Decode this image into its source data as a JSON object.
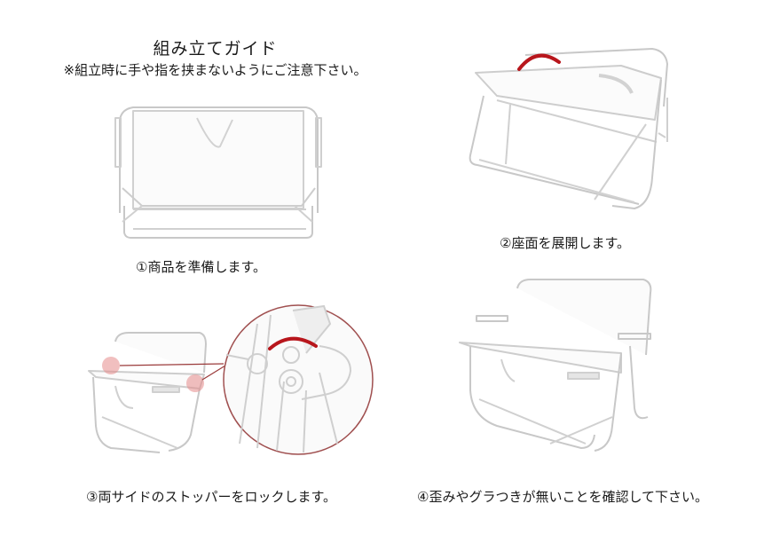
{
  "guide": {
    "title": "組み立てガイド",
    "warning": "※組立時に手や指を挟まないようにご注意下さい。"
  },
  "steps": [
    {
      "number": "①",
      "label": "①商品を準備します。",
      "illustration": "folded-bench-front-view"
    },
    {
      "number": "②",
      "label": "②座面を展開します。",
      "illustration": "unfolding-seat-with-arrow"
    },
    {
      "number": "③",
      "label": "③両サイドのストッパーをロックします。",
      "illustration": "side-stopper-lock-detail"
    },
    {
      "number": "④",
      "label": "④歪みやグラつきが無いことを確認して下さい。",
      "illustration": "assembled-bench"
    }
  ],
  "colors": {
    "accent_arrow": "#b8161c",
    "highlight_circle": "#e68a8a",
    "callout_line": "#9a3a3a",
    "line_art": "#c8c8c8",
    "text": "#1a1a1a",
    "background": "#ffffff"
  }
}
